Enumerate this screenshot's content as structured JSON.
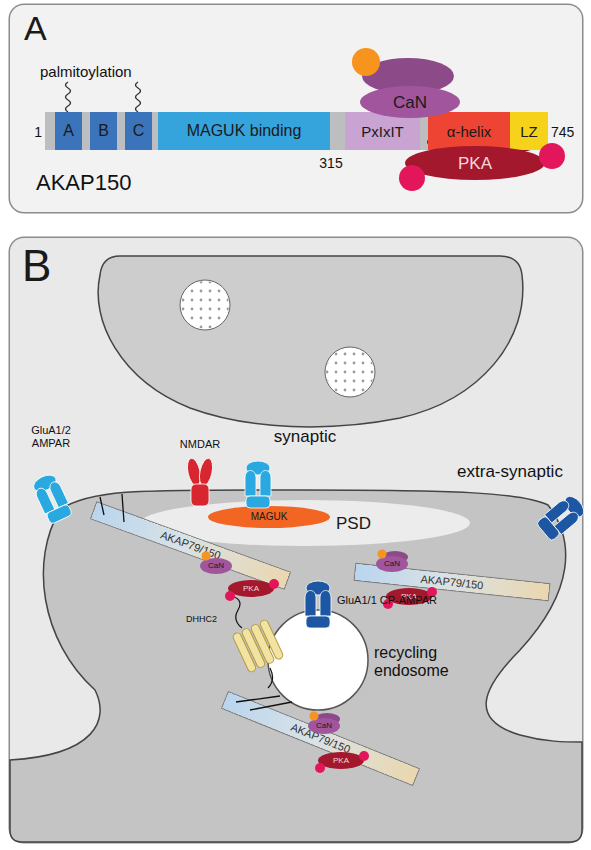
{
  "diagram": {
    "nodes": [
      {
        "text": [
          "A"
        ]
      },
      {
        "text": [
          "A"
        ],
        "in": 0
      },
      {
        "text": [
          "B"
        ],
        "in": 0
      },
      {
        "text": [
          "C"
        ],
        "in": 0
      },
      {
        "text": [
          "MAGUK binding"
        ],
        "in": 0
      },
      {
        "text": [
          "PxIxIT"
        ],
        "in": 0
      },
      {
        "text": [
          "α-helix"
        ],
        "in": 0
      },
      {
        "text": [
          "LZ"
        ],
        "in": 0
      },
      {
        "text": [
          "CaN"
        ],
        "in": 0
      },
      {
        "text": [
          "PKA"
        ],
        "in": 0
      },
      {
        "text": [
          "B"
        ]
      },
      {
        "text": [
          "PSD"
        ],
        "in": 10
      },
      {
        "text": [
          "MAGUK"
        ],
        "in": 11
      },
      {
        "text": [
          "AKAP79/150"
        ],
        "in": 10
      },
      {
        "text": [
          "CaN"
        ],
        "in": 10
      },
      {
        "text": [
          "PKA"
        ],
        "in": 10
      },
      {
        "text": [
          "AKAP79/150"
        ],
        "in": 10
      },
      {
        "text": [
          "CaN"
        ],
        "in": 10
      },
      {
        "text": [
          "PKA"
        ],
        "in": 10
      },
      {
        "text": [
          "AKAP79/150"
        ],
        "in": 10
      },
      {
        "text": [
          "CaN"
        ],
        "in": 10
      },
      {
        "text": [
          "PKA"
        ],
        "in": 10
      }
    ],
    "labels": [
      "palmitoylation",
      "1",
      "745",
      "315",
      "AKAP150",
      "synaptic",
      "extra-synaptic",
      "GluA1/2 AMPAR",
      "NMDAR",
      "GluA1/1 CP-AMPAR",
      "DHHC2",
      "recycling endosome"
    ]
  }
}
